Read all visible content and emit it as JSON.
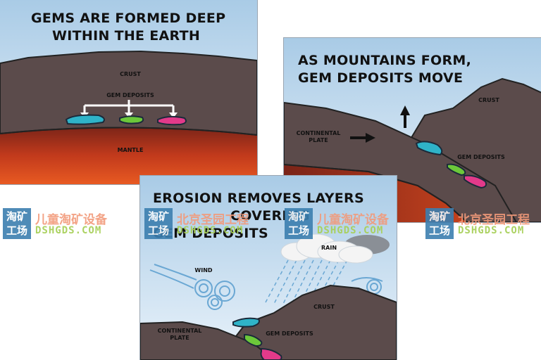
{
  "panels": {
    "formed": {
      "title_line1": "GEMS ARE FORMED DEEP",
      "title_line2": "WITHIN THE EARTH",
      "label_crust": "CRUST",
      "label_gem_deposits": "GEM DEPOSITS",
      "label_mantle": "MANTLE"
    },
    "mountains": {
      "title_line1": "AS MOUNTAINS FORM,",
      "title_line2": "GEM DEPOSITS MOVE",
      "label_crust": "CRUST",
      "label_continental_plate": "CONTINENTAL\nPLATE",
      "label_gem_deposits": "GEM DEPOSITS"
    },
    "erosion": {
      "title_line1": "EROSION REMOVES LAYERS",
      "title_line2": "COVERING",
      "title_line3": "GEM DEPOSITS",
      "label_rain": "RAIN",
      "label_wind": "WIND",
      "label_crust": "CRUST",
      "label_continental_plate": "CONTINENTAL\nPLATE",
      "label_gem_deposits": "GEM DEPOSITS"
    }
  },
  "watermarks": [
    {
      "logo": "淘矿\n工场",
      "cn": "儿童淘矿设备",
      "cn_color": "#f29a7a",
      "en": "DSHGDS.COM"
    },
    {
      "logo": "淘矿\n工场",
      "cn": "北京圣园工程",
      "cn_color": "#f29a7a",
      "en": "DSHGDS.COM"
    },
    {
      "logo": "淘矿\n工场",
      "cn": "儿童淘矿设备",
      "cn_color": "#f29a7a",
      "en": "DSHGDS.COM"
    },
    {
      "logo": "淘矿\n工场",
      "cn": "北京圣园工程",
      "cn_color": "#f29a7a",
      "en": "DSHGDS.COM"
    }
  ],
  "colors": {
    "sky_top": "#a9cbe6",
    "sky_bottom": "#eef5fb",
    "crust": "#5a4a4a",
    "mantle_top": "#8b2a1c",
    "mantle_bottom": "#e14d1f",
    "gem_blue": "#2fb3c8",
    "gem_green": "#6cc83a",
    "gem_pink": "#e23a8a"
  }
}
